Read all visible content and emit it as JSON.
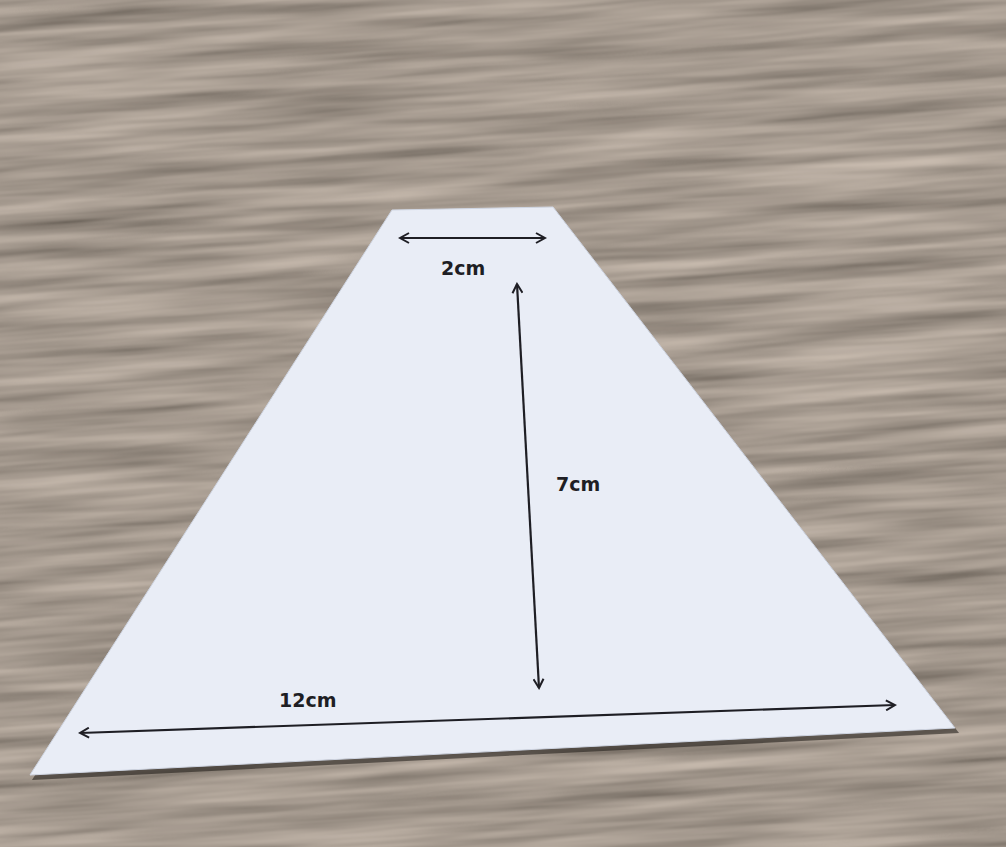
{
  "diagram": {
    "labels": [
      "2cm",
      "7cm",
      "12cm"
    ]
  }
}
